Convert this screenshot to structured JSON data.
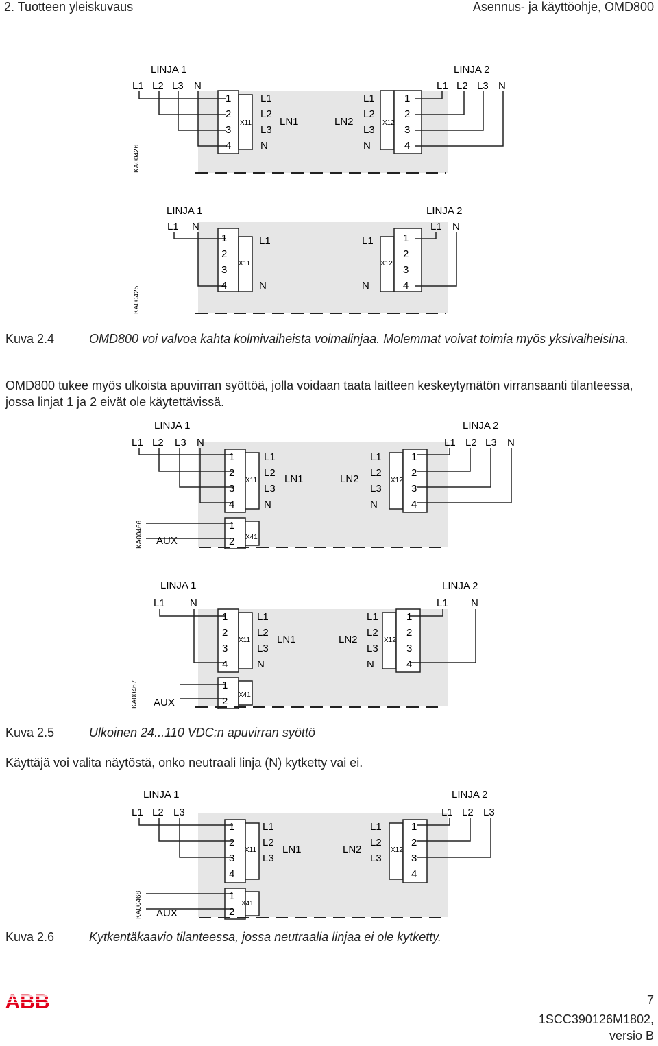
{
  "header": {
    "section": "2. Tuotteen yleiskuvaus",
    "manual": "Asennus- ja käyttöohje, OMD800"
  },
  "figure_2_4": {
    "num": "Kuva 2.4",
    "text": "OMD800 voi valvoa kahta kolmivaiheista voimalinjaa. Molemmat voivat toimia myös yksivaiheisina."
  },
  "para_aux": "OMD800 tukee myös ulkoista apuvirran syöttöä, jolla voidaan taata laitteen keskeytymätön virransaanti tilanteessa, jossa linjat 1 ja 2 eivät ole käytettävissä.",
  "figure_2_5": {
    "num": "Kuva 2.5",
    "text": "Ulkoinen 24...110 VDC:n apuvirran syöttö"
  },
  "para_neutral": "Käyttäjä voi valita näytöstä, onko neutraali linja (N) kytketty vai ei.",
  "figure_2_6": {
    "num": "Kuva 2.6",
    "text": "Kytkentäkaavio tilanteessa, jossa neutraalia linjaa ei ole kytketty."
  },
  "labels": {
    "linja1": "LINJA 1",
    "linja2": "LINJA 2",
    "l1": "L1",
    "l2": "L2",
    "l3": "L3",
    "n": "N",
    "ln1": "LN1",
    "ln2": "LN2",
    "x11": "X11",
    "x12": "X12",
    "x41": "X41",
    "aux": "AUX",
    "t1": "1",
    "t2": "2",
    "t3": "3",
    "t4": "4"
  },
  "diagram_ids": {
    "d1": "KA00426",
    "d2": "KA00425",
    "d3": "KA00466",
    "d4": "KA00467",
    "d5": "KA00468"
  },
  "footer": {
    "logo": "ABB",
    "page": "7",
    "doc_line1": "1SCC390126M1802,",
    "doc_line2": "versio B"
  },
  "colors": {
    "device_fill": "#e6e6e6",
    "line": "#222222",
    "abb_red": "#e2001a"
  }
}
